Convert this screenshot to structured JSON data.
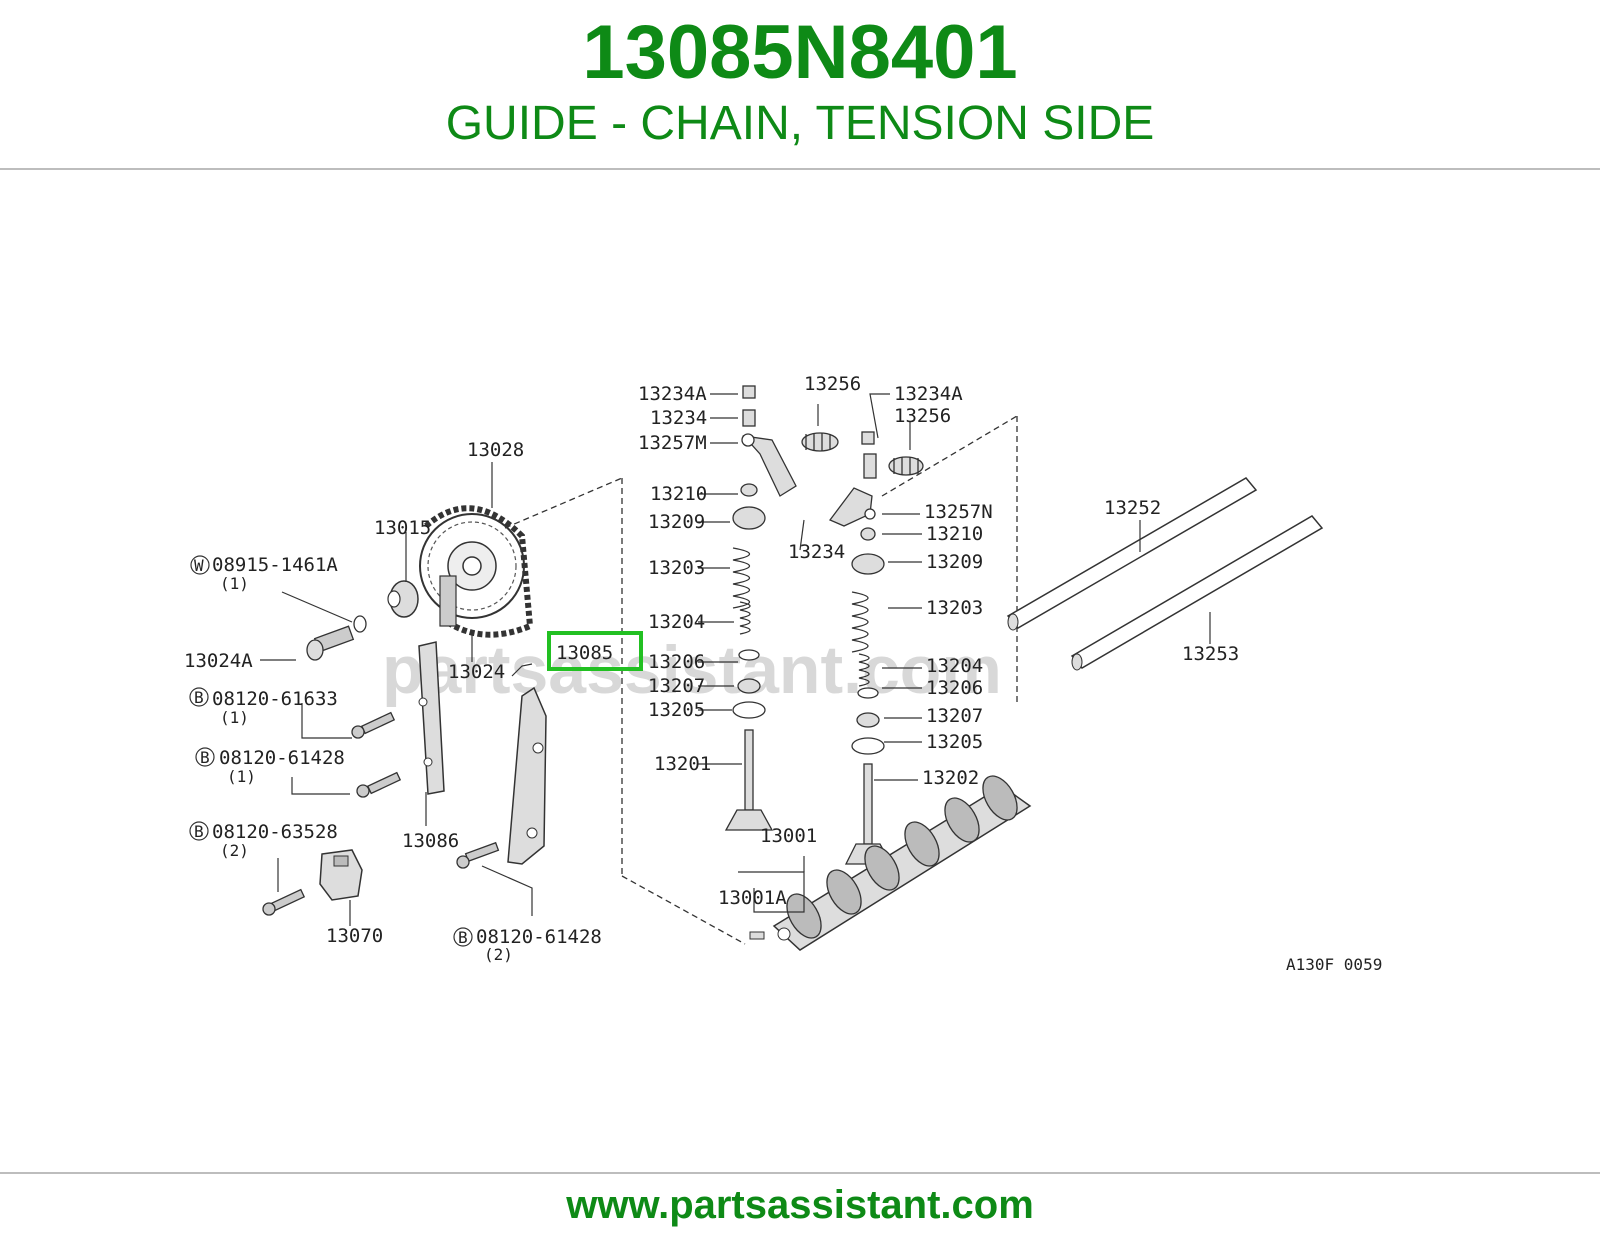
{
  "header": {
    "part_number": "13085N8401",
    "part_name": "GUIDE - CHAIN, TENSION SIDE"
  },
  "diagram": {
    "highlighted_label": "13085",
    "watermark": "partsassistant.com",
    "figure_code": "A130F 0059",
    "labels": {
      "p13028": "13028",
      "p13015": "13015",
      "p08915": "08915-1461A",
      "p08915_qty": "(1)",
      "p13024A": "13024A",
      "p13024": "13024",
      "p08120_61633": "08120-61633",
      "p08120_61633_qty": "(1)",
      "p08120_61428a": "08120-61428",
      "p08120_61428a_qty": "(1)",
      "p13086": "13086",
      "p08120_63528": "08120-63528",
      "p08120_63528_qty": "(2)",
      "p13070": "13070",
      "p08120_61428b": "08120-61428",
      "p08120_61428b_qty": "(2)",
      "p13234A_l": "13234A",
      "p13234_l": "13234",
      "p13257M": "13257M",
      "p13256_l": "13256",
      "p13234A_r": "13234A",
      "p13256_r": "13256",
      "p13210_l": "13210",
      "p13209_l": "13209",
      "p13203_l": "13203",
      "p13204_l": "13204",
      "p13206_l": "13206",
      "p13207_l": "13207",
      "p13205_l": "13205",
      "p13201": "13201",
      "p13001": "13001",
      "p13001A": "13001A",
      "p13234_m": "13234",
      "p13257N": "13257N",
      "p13210_r": "13210",
      "p13209_r": "13209",
      "p13203_r": "13203",
      "p13204_r": "13204",
      "p13206_r": "13206",
      "p13207_r": "13207",
      "p13205_r": "13205",
      "p13202": "13202",
      "p13252": "13252",
      "p13253": "13253"
    },
    "symbols": {
      "washer": "W",
      "bolt": "B"
    }
  },
  "footer": {
    "url": "www.partsassistant.com"
  },
  "colors": {
    "brand_green": "#0e8a16",
    "highlight_green": "#22c022",
    "rule_gray": "#bdbdbd"
  }
}
